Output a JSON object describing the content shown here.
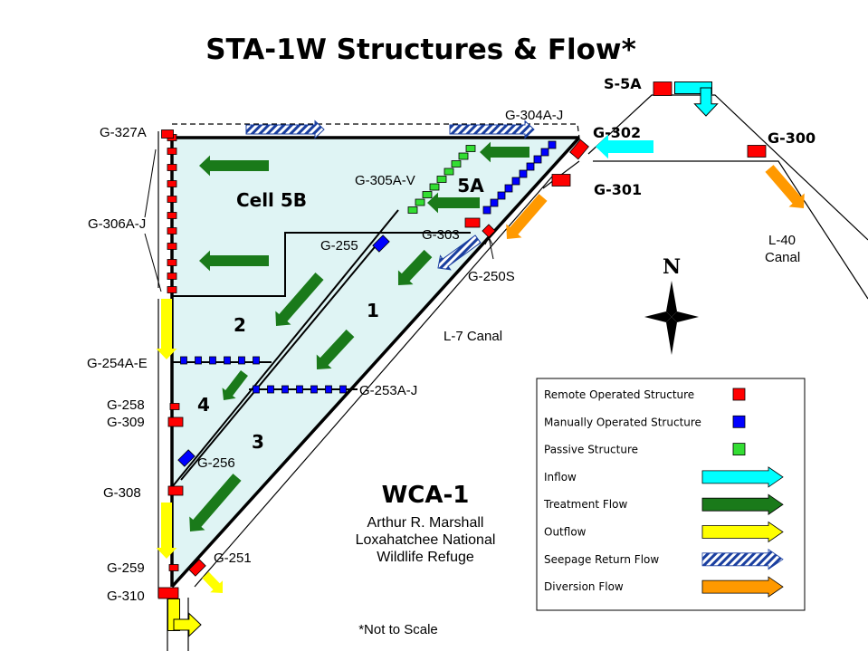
{
  "title": "STA-1W Structures & Flow*",
  "note": "*Not to Scale",
  "north": "N",
  "colors": {
    "remote": "#ff0000",
    "manual": "#0000ff",
    "passive": "#33dd33",
    "inflow": "#00ffff",
    "treatment": "#1a7a1a",
    "outflow": "#ffff00",
    "seepage": "#1a3fa0",
    "diversion": "#ff9900",
    "cell_fill": "#dff4f4"
  },
  "cells": {
    "cell5b": "Cell 5B",
    "c5a": "5A",
    "c1": "1",
    "c2": "2",
    "c3": "3",
    "c4": "4"
  },
  "labels": {
    "s5a": "S-5A",
    "g304": "G-304A-J",
    "g327a": "G-327A",
    "g302": "G-302",
    "g300": "G-300",
    "g301": "G-301",
    "g305": "G-305A-V",
    "g306": "G-306A-J",
    "g255": "G-255",
    "g303": "G-303",
    "g250s": "G-250S",
    "l40": "L-40",
    "l40b": "Canal",
    "l7": "L-7 Canal",
    "g254": "G-254A-E",
    "g253": "G-253A-J",
    "g258": "G-258",
    "g309": "G-309",
    "g256": "G-256",
    "g308": "G-308",
    "g259": "G-259",
    "g251": "G-251",
    "g310": "G-310"
  },
  "wca": {
    "title": "WCA-1",
    "line1": "Arthur R. Marshall",
    "line2": "Loxahatchee National",
    "line3": "Wildlife Refuge"
  },
  "legend": [
    {
      "label": "Remote Operated Structure",
      "symbol": "square",
      "color": "#ff0000"
    },
    {
      "label": "Manually Operated Structure",
      "symbol": "square",
      "color": "#0000ff"
    },
    {
      "label": "Passive Structure",
      "symbol": "square",
      "color": "#33dd33"
    },
    {
      "label": "Inflow",
      "symbol": "arrow",
      "color": "#00ffff"
    },
    {
      "label": "Treatment Flow",
      "symbol": "arrow",
      "color": "#1a7a1a"
    },
    {
      "label": "Outflow",
      "symbol": "arrow",
      "color": "#ffff00"
    },
    {
      "label": "Seepage Return Flow",
      "symbol": "hatched-arrow",
      "color": "#1a3fa0"
    },
    {
      "label": "Diversion Flow",
      "symbol": "arrow",
      "color": "#ff9900"
    }
  ]
}
